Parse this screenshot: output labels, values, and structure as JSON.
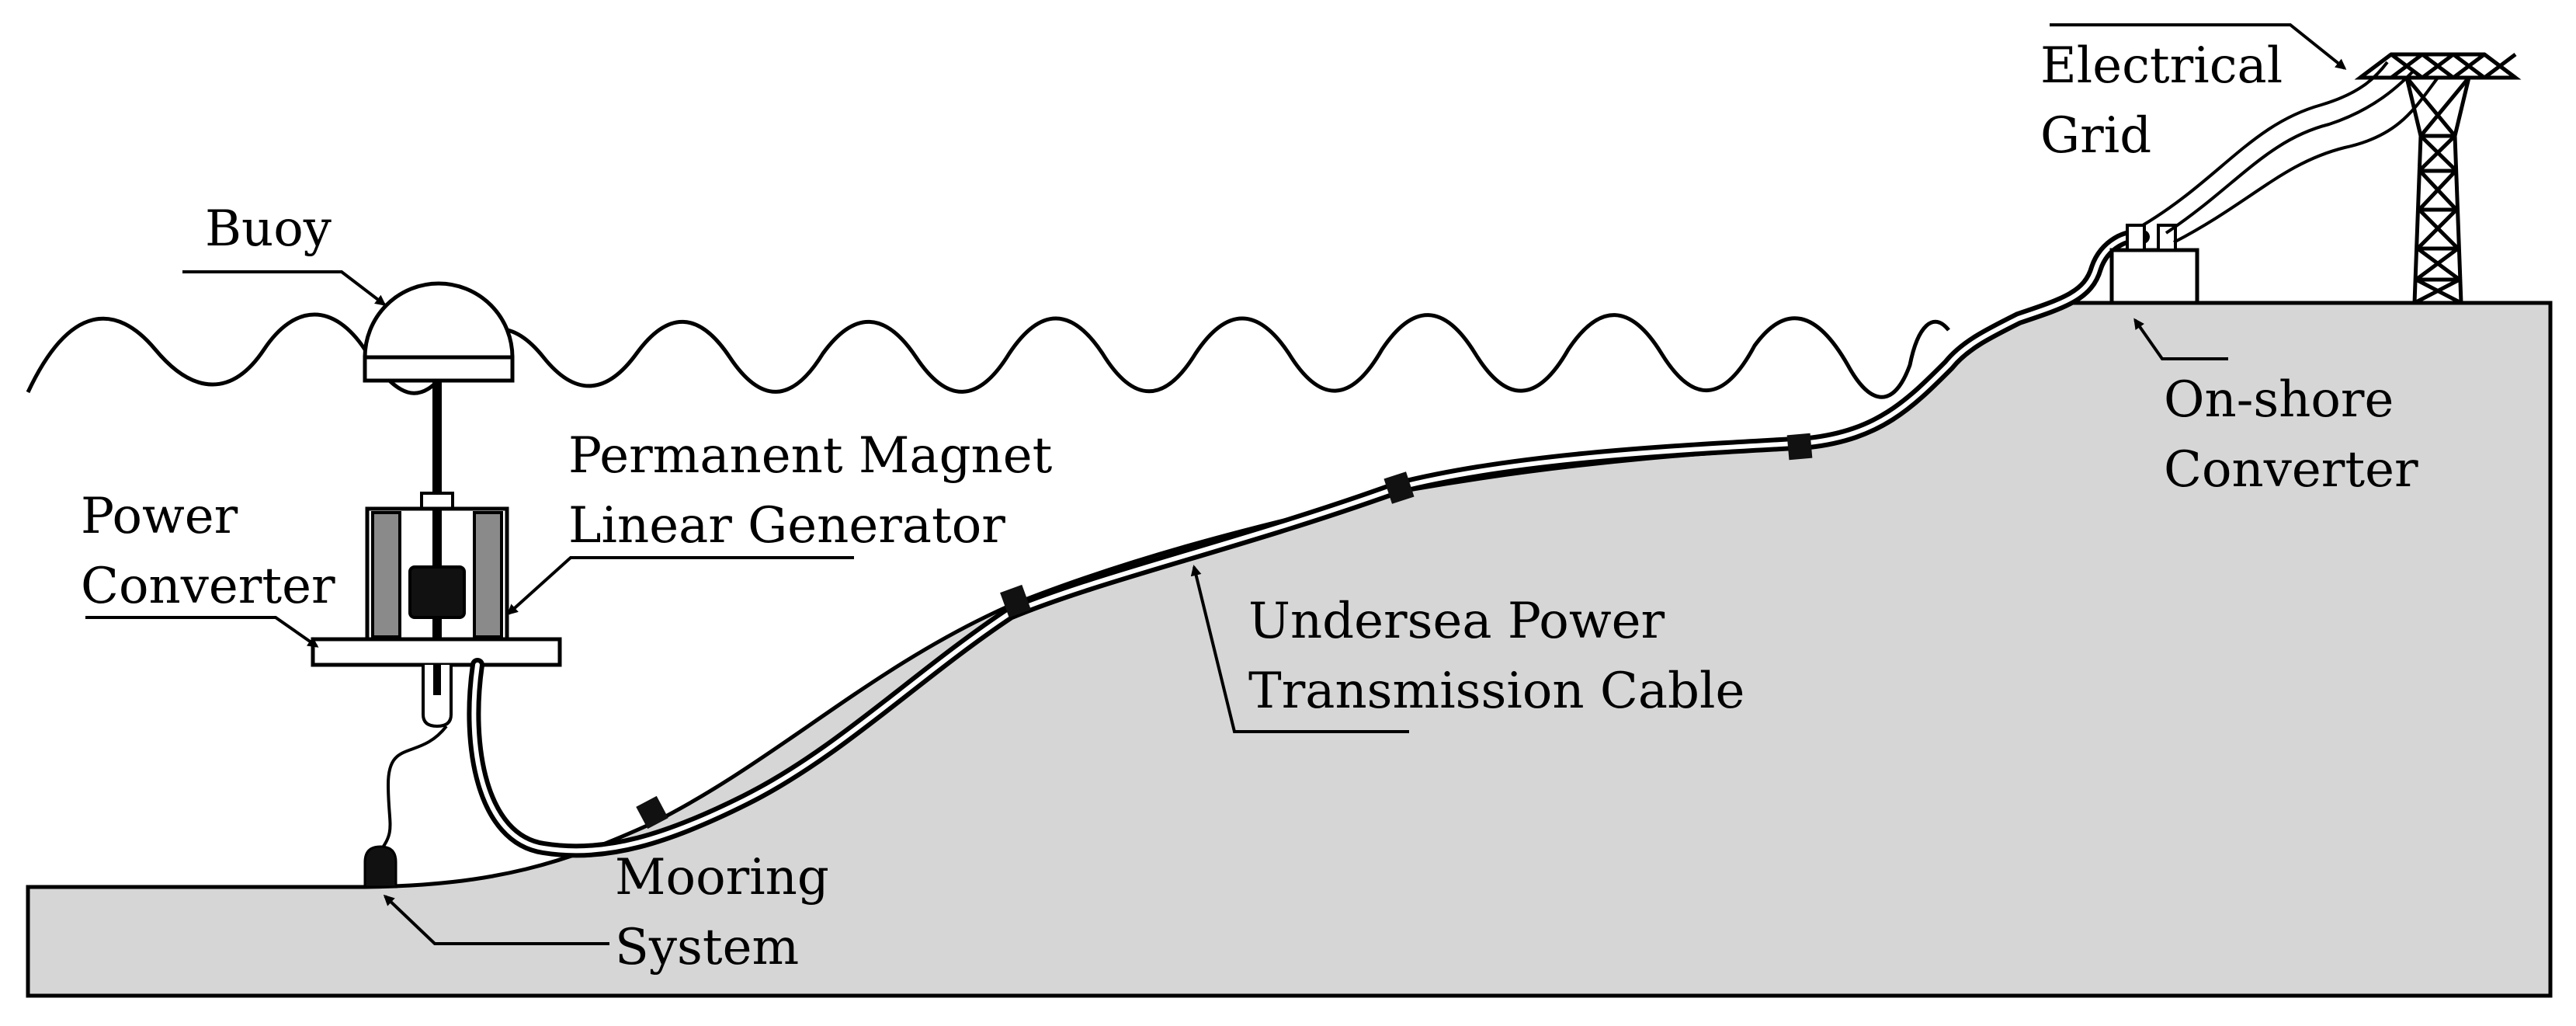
{
  "labels": {
    "buoy": [
      "Buoy"
    ],
    "power_converter": [
      "Power",
      "Converter"
    ],
    "generator": [
      "Permanent Magnet",
      "Linear Generator"
    ],
    "mooring": [
      "Mooring",
      "System"
    ],
    "cable": [
      "Undersea Power",
      "Transmission Cable"
    ],
    "onshore": [
      "On-shore",
      "Converter"
    ],
    "grid": [
      "Electrical",
      "Grid"
    ]
  },
  "colors": {
    "ground": "#d6d6d6",
    "ink": "#000000",
    "coil": "#8a8a8a",
    "magnet": "#111111",
    "background": "#ffffff"
  }
}
